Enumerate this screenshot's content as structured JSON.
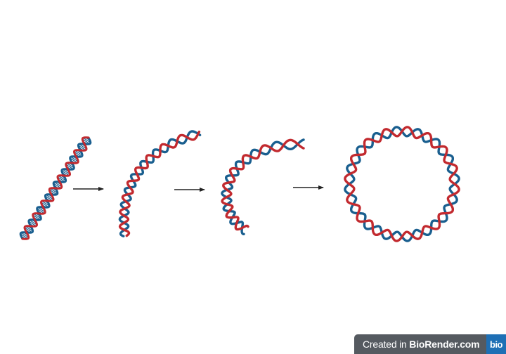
{
  "colors": {
    "strand_a": "#c22a2f",
    "strand_b": "#1a5f8f",
    "rungs": "#1a5f8f",
    "arrow": "#222222",
    "badge_bg": "#555a60",
    "badge_logo_bg": "#1e6fb5"
  },
  "stages": [
    {
      "name": "linear-dna-with-base-pairs"
    },
    {
      "name": "bending-dna-helix"
    },
    {
      "name": "curling-dna-helix"
    },
    {
      "name": "circular-dna-plasmid"
    }
  ],
  "badge": {
    "prefix": "Created in ",
    "brand": "BioRender.com",
    "logo": "bio"
  }
}
